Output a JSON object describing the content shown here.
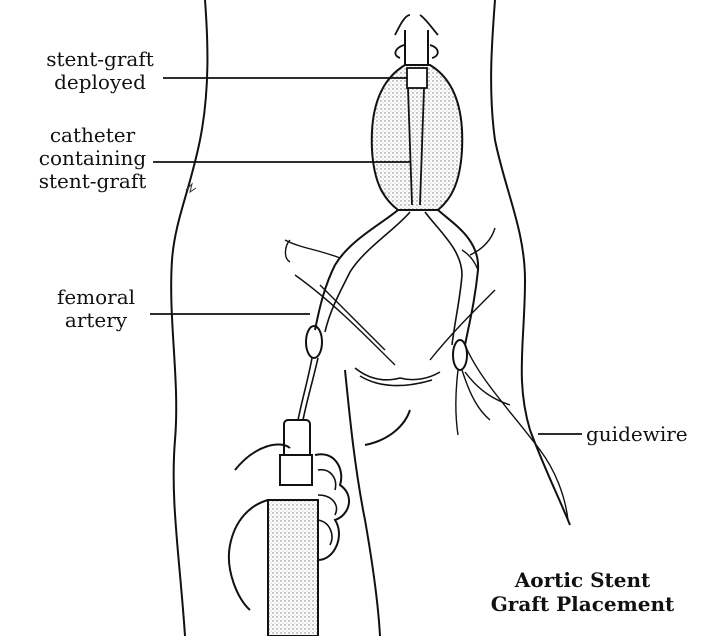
{
  "labels": {
    "stent_graft_deployed": [
      "stent-graft",
      "deployed"
    ],
    "catheter": [
      "catheter",
      "containing",
      "stent-graft"
    ],
    "femoral_artery": [
      "femoral",
      "artery"
    ],
    "guidewire": "guidewire"
  },
  "caption": [
    "Aortic Stent",
    "Graft Placement"
  ],
  "colors": {
    "ink": "#111111",
    "stipple": "#8a8a8a",
    "background": "#ffffff"
  }
}
